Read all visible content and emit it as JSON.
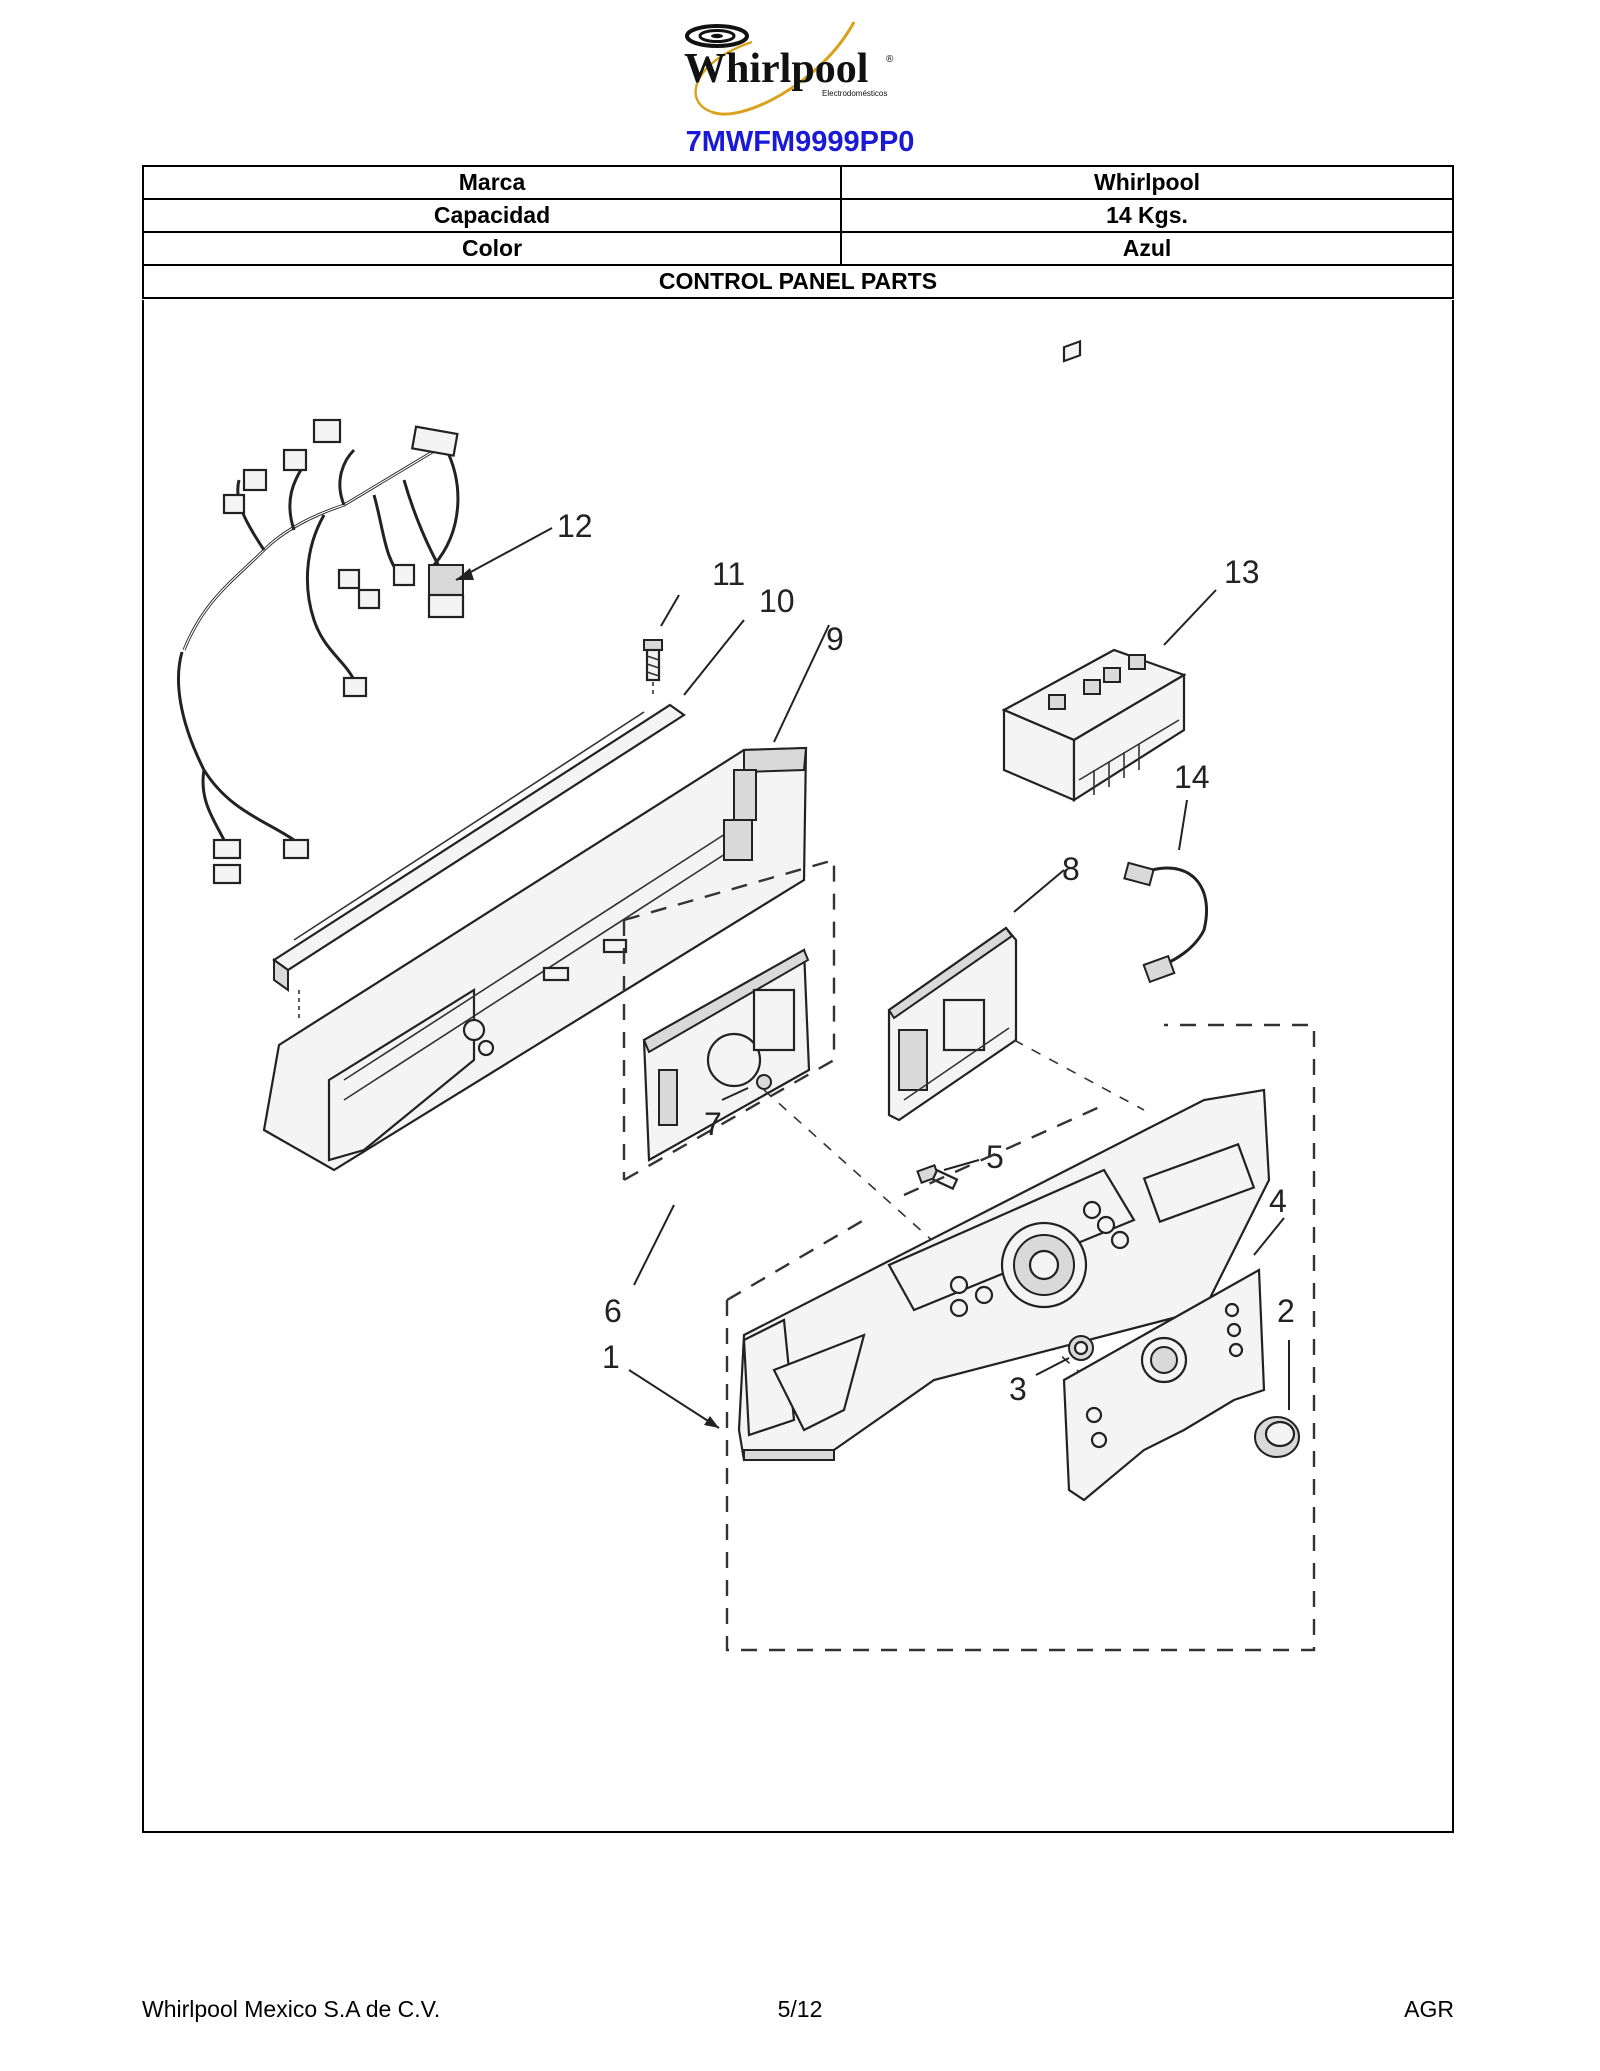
{
  "header": {
    "logo_text": "Whirlpool",
    "logo_subtext": "Electrodomésticos",
    "model": "7MWFM9999PP0"
  },
  "specs": [
    {
      "label": "Marca",
      "value": "Whirlpool"
    },
    {
      "label": "Capacidad",
      "value": "14 Kgs."
    },
    {
      "label": "Color",
      "value": "Azul"
    }
  ],
  "section_title": "CONTROL PANEL PARTS",
  "callouts": [
    "1",
    "2",
    "3",
    "4",
    "5",
    "6",
    "7",
    "8",
    "9",
    "10",
    "11",
    "12",
    "13",
    "14"
  ],
  "footer": {
    "company": "Whirlpool Mexico S.A de C.V.",
    "page": "5/12",
    "code": "AGR"
  },
  "colors": {
    "model_text": "#1a1ad6",
    "logo_swoosh": "#d9a21c"
  }
}
